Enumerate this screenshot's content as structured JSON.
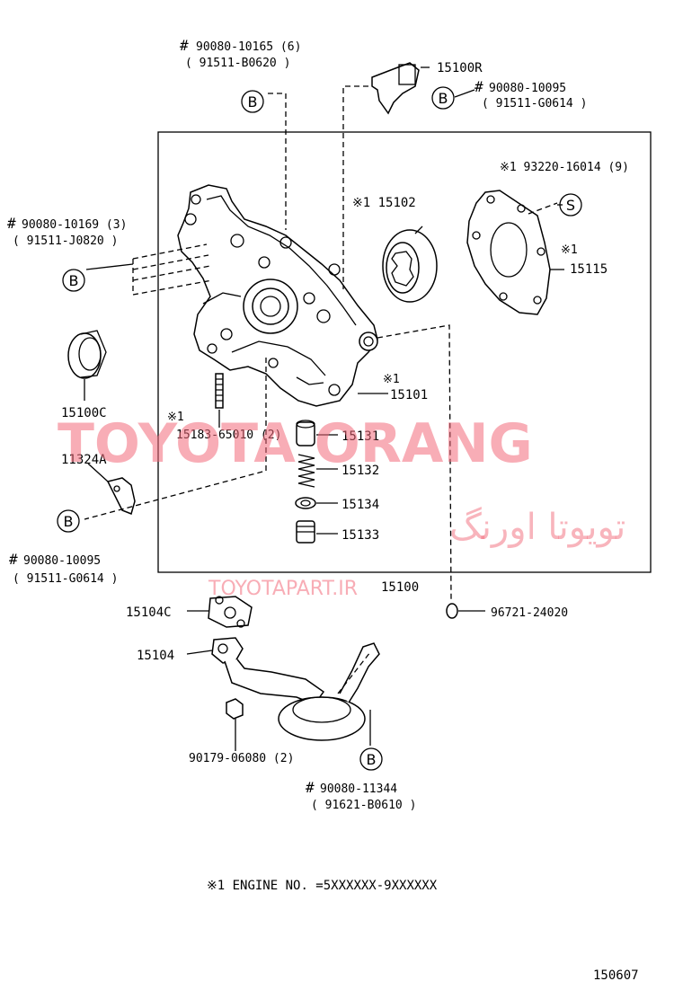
{
  "labels": {
    "b_top_hash": "#",
    "b_top_num": "90080-10165 (6)",
    "b_top_sub": "( 91511-B0620 )",
    "p15100R": "15100R",
    "b_right_hash": "#",
    "b_right_num": "90080-10095",
    "b_right_sub": "( 91511-G0614 )",
    "note_s_num": "※1 93220-16014 (9)",
    "p15102": "※1 15102",
    "p15115_mark": "※1",
    "p15115": "15115",
    "b_left_hash": "#",
    "b_left_num": "90080-10169 (3)",
    "b_left_sub": "( 91511-J0820 )",
    "p15100C": "15100C",
    "p15101_mark": "※1",
    "p15101": "15101",
    "p15183_mark": "※1",
    "p15183": "15183-65010 (2)",
    "p15131": "15131",
    "p11324A": "11324A",
    "p15132": "15132",
    "p15134": "15134",
    "p15133": "15133",
    "b_ll_hash": "#",
    "b_ll_num": "90080-10095",
    "b_ll_sub": "( 91511-G0614 )",
    "p15100": "15100",
    "p15104C": "15104C",
    "p96721": "96721-24020",
    "p15104": "15104",
    "p90179": "90179-06080 (2)",
    "b_bot_hash": "#",
    "b_bot_num": "90080-11344",
    "b_bot_sub": "( 91621-B0610 )",
    "footnote": "※1  ENGINE NO. =5XXXXXX-9XXXXXX",
    "diagram_id": "150607"
  },
  "callouts": {
    "b": "B",
    "s": "S"
  },
  "watermark": {
    "main": "TOYOTA ORANG",
    "persian": "تویوتا اورنگ",
    "url": "TOYOTAPART.IR"
  },
  "colors": {
    "watermark": "#f26a7a",
    "ink": "#000000"
  }
}
